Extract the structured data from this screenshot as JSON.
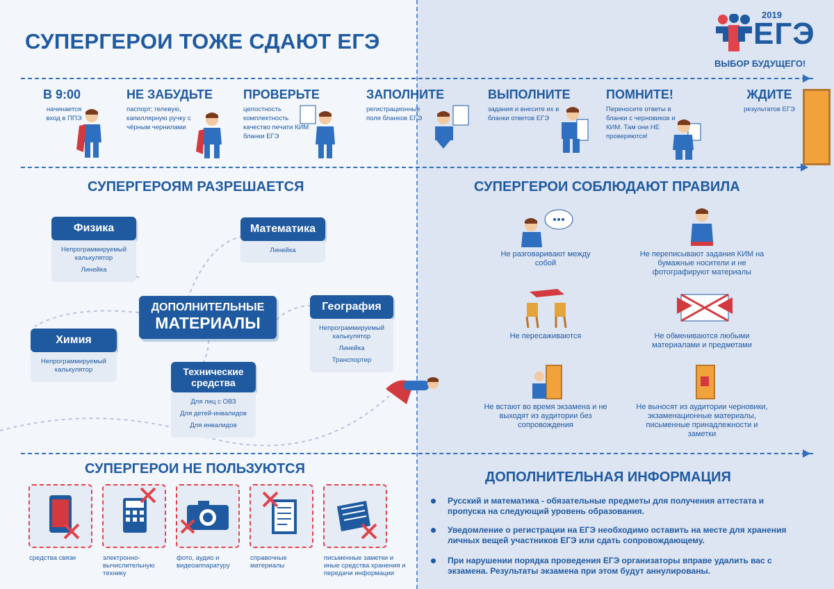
{
  "title": "СУПЕРГЕРОИ ТОЖЕ СДАЮТ ЕГЭ",
  "logo": {
    "year": "2019",
    "name": "ЕГЭ",
    "slogan": "ВЫБОР БУДУЩЕГО!"
  },
  "steps": [
    {
      "heading": "В 9:00",
      "text": "начинается вход в ППЭ"
    },
    {
      "heading": "НЕ ЗАБУДЬТЕ",
      "text": "паспорт; гелевую, капиллярную ручку с чёрным чернилами"
    },
    {
      "heading": "ПРОВЕРЬТЕ",
      "text": "целостность комплектность качество печати КИМ бланки ЕГЭ"
    },
    {
      "heading": "ЗАПОЛНИТЕ",
      "text": "регистрационные поля бланков ЕГЭ"
    },
    {
      "heading": "ВЫПОЛНИТЕ",
      "text": "задания и внесите их в бланки ответов ЕГЭ"
    },
    {
      "heading": "ПОМНИТЕ!",
      "text": "Переносите ответы в бланки с черновиков и КИМ. Там они НЕ проверяются!"
    },
    {
      "heading": "ЖДИТЕ",
      "text": "результатов ЕГЭ"
    }
  ],
  "allowed": {
    "heading": "СУПЕРГЕРОЯМ РАЗРЕШАЕТСЯ",
    "center_line1": "ДОПОЛНИТЕЛЬНЫЕ",
    "center_line2": "МАТЕРИАЛЫ",
    "subjects": [
      {
        "name": "Физика",
        "items": [
          "Непрограммируемый калькулятор",
          "Линейка"
        ]
      },
      {
        "name": "Математика",
        "items": [
          "Линейка"
        ]
      },
      {
        "name": "География",
        "items": [
          "Непрограммируемый калькулятор",
          "Линейка",
          "Транспортир"
        ]
      },
      {
        "name": "Химия",
        "items": [
          "Непрограммируемый калькулятор"
        ]
      },
      {
        "name": "Технические средства",
        "items": [
          "Для лиц с ОВЗ",
          "Для детей-инвалидов",
          "Для инвалидов"
        ]
      }
    ]
  },
  "rules": {
    "heading": "СУПЕРГЕРОИ СОБЛЮДАЮТ ПРАВИЛА",
    "items": [
      "Не разговаривают между собой",
      "Не переписывают задания КИМ на бумажные носители и не фотографируют материалы",
      "Не пересаживаются",
      "Не обмениваются любыми материалами и предметами",
      "Не встают во время экзамена и не выходят из аудитории без сопровождения",
      "Не выносят из аудитории черновики, экзаменационные материалы, письменные принадлежности и заметки"
    ]
  },
  "banned": {
    "heading": "СУПЕРГЕРОИ НЕ ПОЛЬЗУЮТСЯ",
    "items": [
      {
        "label": "средства связи",
        "icon": "phone-icon"
      },
      {
        "label": "электронно-вычислительную технику",
        "icon": "calculator-icon"
      },
      {
        "label": "фото, аудио и видеоаппаратуру",
        "icon": "camera-icon"
      },
      {
        "label": "справочные материалы",
        "icon": "book-icon"
      },
      {
        "label": "письменные заметки и иные средства хранения и передачи информации",
        "icon": "notes-icon"
      }
    ]
  },
  "info": {
    "heading": "ДОПОЛНИТЕЛЬНАЯ ИНФОРМАЦИЯ",
    "items": [
      "Русский и математика - обязательные предметы для получения аттестата и пропуска на следующий уровень образования.",
      "Уведомление о регистрации на ЕГЭ необходимо оставить на месте для хранения личных вещей участников ЕГЭ или сдать сопровождающему.",
      "При нарушении порядка проведения ЕГЭ организаторы вправе удалить вас с экзамена. Результаты экзамена при этом будут аннулированы."
    ]
  },
  "colors": {
    "primary": "#1f5aa0",
    "accent": "#e0434b",
    "panel": "#dde4f2",
    "door": "#f1a23b"
  }
}
